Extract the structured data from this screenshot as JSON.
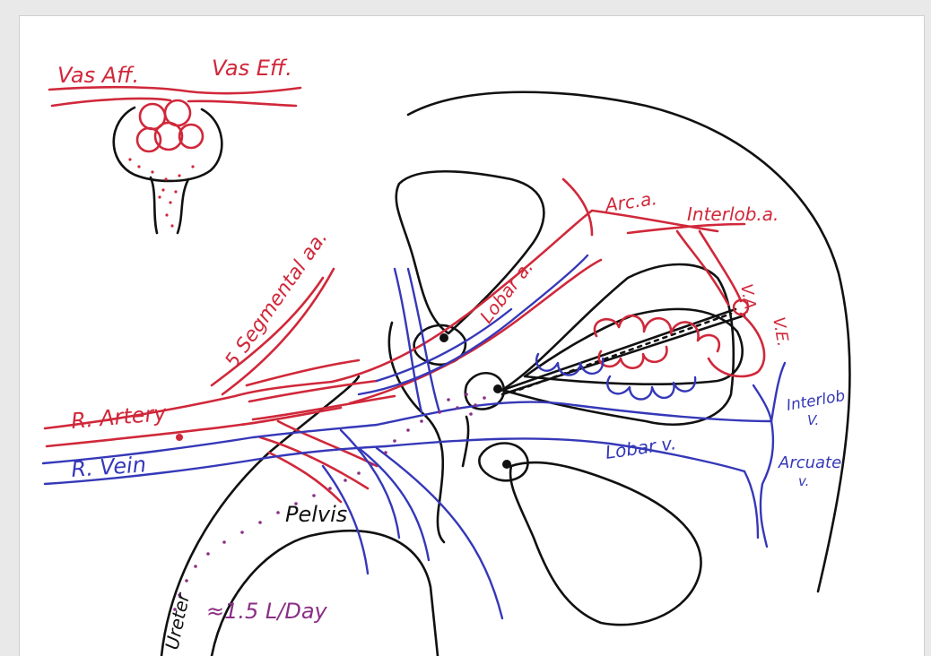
{
  "labels": {
    "vas_aff": "Vas Aff.",
    "vas_eff": "Vas Eff.",
    "arc_a": "Arc.a.",
    "interlob_a": "Interlob.a.",
    "va": "V.A.",
    "ve": "V.E.",
    "lobar_a": "Lobar a.",
    "segmental": "5 Segmental aa.",
    "r_artery": "R. Artery",
    "r_vein": "R. Vein",
    "interlob_v_1": "Interlob",
    "interlob_v_2": "V.",
    "lobar_v": "Lobar v.",
    "arcuate_v_1": "Arcuate",
    "arcuate_v_2": "v.",
    "pelvis": "Pelvis",
    "ureter": "Ureter",
    "urine_output": "≈1.5 L/Day"
  },
  "colors": {
    "artery": "#d0283a",
    "vein": "#3538b8",
    "outline": "#111111",
    "urine": "#8a2f86",
    "background": "#e9e9e9"
  }
}
